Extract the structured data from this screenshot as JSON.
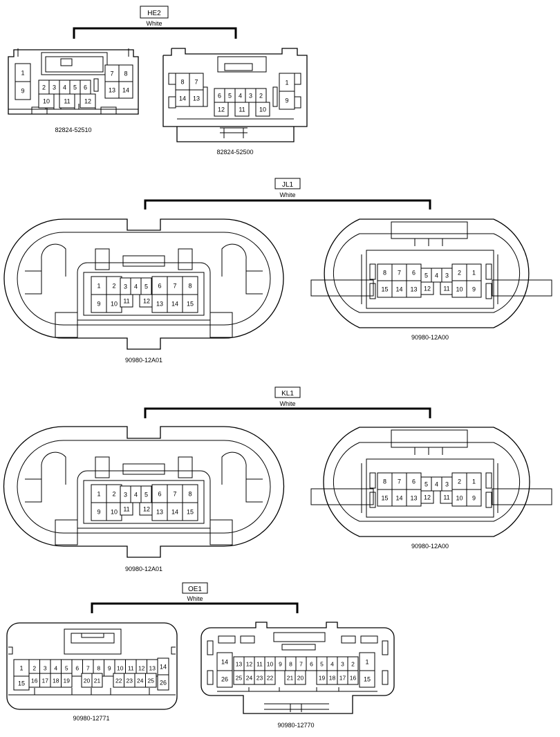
{
  "groups": [
    {
      "id": "he2",
      "code": "HE2",
      "color": "White",
      "connectors": [
        {
          "part": "82824-52510"
        },
        {
          "part": "82824-52500"
        }
      ]
    },
    {
      "id": "jl1",
      "code": "JL1",
      "color": "White",
      "connectors": [
        {
          "part": "90980-12A01"
        },
        {
          "part": "90980-12A00"
        }
      ]
    },
    {
      "id": "kl1",
      "code": "KL1",
      "color": "White",
      "connectors": [
        {
          "part": "90980-12A01"
        },
        {
          "part": "90980-12A00"
        }
      ]
    },
    {
      "id": "oe1",
      "code": "OE1",
      "color": "White",
      "connectors": [
        {
          "part": "90980-12771"
        },
        {
          "part": "90980-12770"
        }
      ]
    }
  ]
}
